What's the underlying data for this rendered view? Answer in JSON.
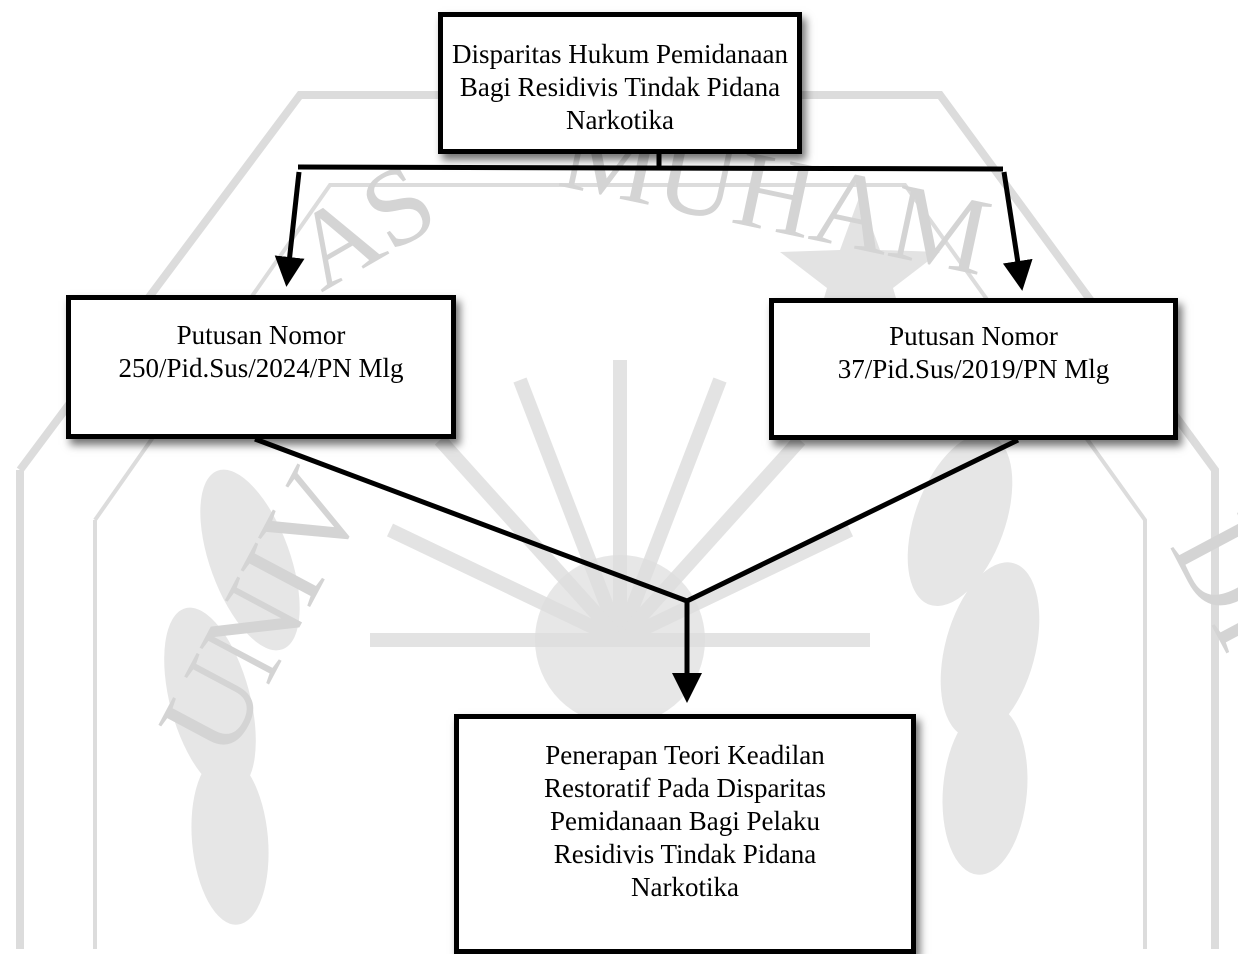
{
  "diagram": {
    "top_box": {
      "lines": [
        "Disparitas Hukum Pemidanaan",
        "Bagi Residivis Tindak Pidana",
        "Narkotika"
      ]
    },
    "left_box": {
      "lines": [
        "Putusan Nomor",
        "250/Pid.Sus/2024/PN Mlg"
      ]
    },
    "right_box": {
      "lines": [
        "Putusan Nomor",
        "37/Pid.Sus/2019/PN Mlg"
      ]
    },
    "bottom_box": {
      "lines": [
        "Penerapan Teori Keadilan",
        "Restoratif Pada Disparitas",
        "Pemidanaan Bagi Pelaku",
        "Residivis Tindak Pidana",
        "Narkotika"
      ]
    }
  },
  "watermark": {
    "text_left": "UNIVERSITAS",
    "text_top": "MUHAMMADIYAH",
    "color": "#d9d9d9"
  }
}
